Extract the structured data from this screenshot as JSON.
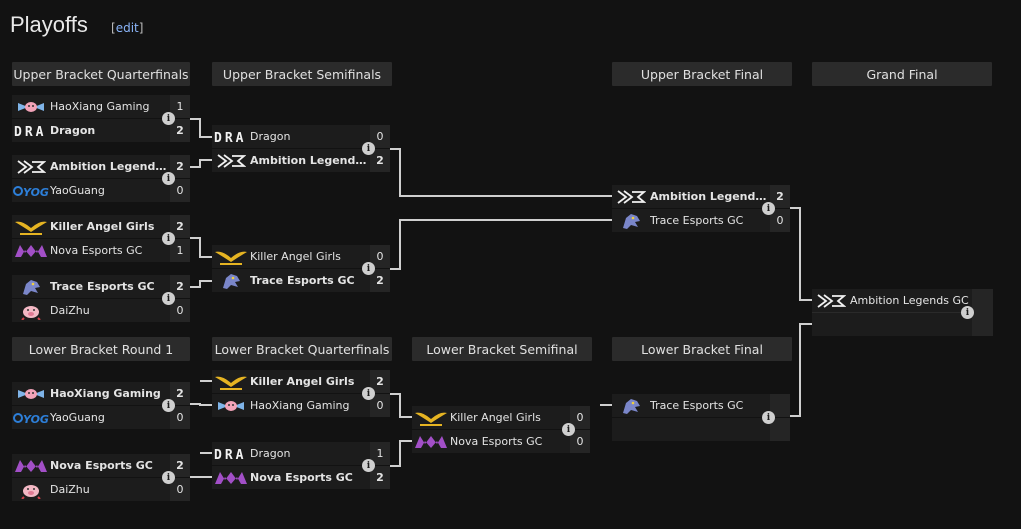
{
  "page": {
    "title": "Playoffs",
    "edit_open": "[",
    "edit_label": "edit",
    "edit_close": "]"
  },
  "headers": {
    "ubqf": "Upper Bracket Quarterfinals",
    "ubsf": "Upper Bracket Semifinals",
    "ubf": "Upper Bracket Final",
    "gf": "Grand Final",
    "lbr1": "Lower Bracket Round 1",
    "lbqf": "Lower Bracket Quarterfinals",
    "lbsf": "Lower Bracket Semifinal",
    "lbf": "Lower Bracket Final"
  },
  "info_glyph": "i",
  "matches": {
    "ubqf1": {
      "top": {
        "team": "HaoXiang Gaming",
        "score": "1",
        "logo": "haoxiang-logo"
      },
      "bot": {
        "team": "Dragon",
        "score": "2",
        "logo": "dragon-logo"
      }
    },
    "ubqf2": {
      "top": {
        "team": "Ambition Legends GC",
        "score": "2",
        "logo": "ambition-logo"
      },
      "bot": {
        "team": "YaoGuang",
        "score": "0",
        "logo": "yaoguang-logo"
      }
    },
    "ubqf3": {
      "top": {
        "team": "Killer Angel Girls",
        "score": "2",
        "logo": "killer-angel-logo"
      },
      "bot": {
        "team": "Nova Esports GC",
        "score": "1",
        "logo": "nova-logo"
      }
    },
    "ubqf4": {
      "top": {
        "team": "Trace Esports GC",
        "score": "2",
        "logo": "trace-logo"
      },
      "bot": {
        "team": "DaiZhu",
        "score": "0",
        "logo": "daizhu-logo"
      }
    },
    "ubsf1": {
      "top": {
        "team": "Dragon",
        "score": "0",
        "logo": "dragon-logo"
      },
      "bot": {
        "team": "Ambition Legends GC",
        "score": "2",
        "logo": "ambition-logo"
      }
    },
    "ubsf2": {
      "top": {
        "team": "Killer Angel Girls",
        "score": "0",
        "logo": "killer-angel-logo"
      },
      "bot": {
        "team": "Trace Esports GC",
        "score": "2",
        "logo": "trace-logo"
      }
    },
    "ubf": {
      "top": {
        "team": "Ambition Legends GC",
        "score": "2",
        "logo": "ambition-logo"
      },
      "bot": {
        "team": "Trace Esports GC",
        "score": "0",
        "logo": "trace-logo"
      }
    },
    "lbr1a": {
      "top": {
        "team": "HaoXiang Gaming",
        "score": "2",
        "logo": "haoxiang-logo"
      },
      "bot": {
        "team": "YaoGuang",
        "score": "0",
        "logo": "yaoguang-logo"
      }
    },
    "lbr1b": {
      "top": {
        "team": "Nova Esports GC",
        "score": "2",
        "logo": "nova-logo"
      },
      "bot": {
        "team": "DaiZhu",
        "score": "0",
        "logo": "daizhu-logo"
      }
    },
    "lbqf1": {
      "top": {
        "team": "Killer Angel Girls",
        "score": "2",
        "logo": "killer-angel-logo"
      },
      "bot": {
        "team": "HaoXiang Gaming",
        "score": "0",
        "logo": "haoxiang-logo"
      }
    },
    "lbqf2": {
      "top": {
        "team": "Dragon",
        "score": "1",
        "logo": "dragon-logo"
      },
      "bot": {
        "team": "Nova Esports GC",
        "score": "2",
        "logo": "nova-logo"
      }
    },
    "lbsf": {
      "top": {
        "team": "Killer Angel Girls",
        "score": "0",
        "logo": "killer-angel-logo"
      },
      "bot": {
        "team": "Nova Esports GC",
        "score": "0",
        "logo": "nova-logo"
      }
    },
    "lbf": {
      "top": {
        "team": "Trace Esports GC",
        "score": "",
        "logo": "trace-logo"
      },
      "bot": {
        "team": "",
        "score": "",
        "logo": ""
      }
    },
    "gf": {
      "top": {
        "team": "Ambition Legends GC",
        "logo": "ambition-logo"
      }
    }
  },
  "colors": {
    "background": "#121212",
    "header": "#2b2b2b",
    "slot": "#1c1c1c",
    "score": "#252525",
    "line": "#d0d0d0",
    "link": "#8ab4f8"
  }
}
